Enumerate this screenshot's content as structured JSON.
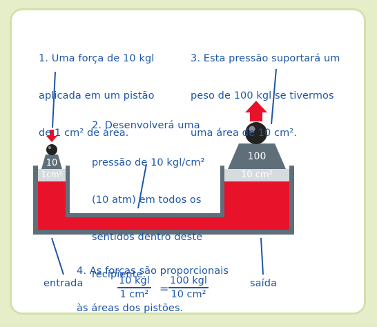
{
  "notes": {
    "note1": [
      "1. Uma força de 10 kgl",
      "aplicada em um pistão",
      "de 1 cm² de área."
    ],
    "note2": [
      "2. Desenvolverá uma",
      "pressão de 10 kgl/cm²",
      "(10 atm) em todos os",
      "sentidos dentro deste",
      "recipiente."
    ],
    "note3": [
      "3. Esta pressão suportará um",
      "peso de 100 kgl se tivermos",
      "uma área de 10 cm²."
    ],
    "note4": [
      "4. As forças são proporcionais",
      "às áreas dos pistões."
    ]
  },
  "labels": {
    "entrada": "entrada",
    "saida": "saída",
    "small_weight": "10",
    "small_area": "1cm²",
    "big_weight": "100",
    "big_area": "10 cm²"
  },
  "formula": {
    "left_num": "10 kgl",
    "left_den": "1 cm²",
    "equals": "=",
    "right_num": "100 kgl",
    "right_den": "10 cm²"
  },
  "colors": {
    "text_blue": "#1d56a8",
    "fluid_red": "#e8122b",
    "container_gray": "#5f6f7a",
    "piston_gray": "#d6dbde",
    "card_border": "#d3e0a9",
    "background": "#e6eec9"
  }
}
